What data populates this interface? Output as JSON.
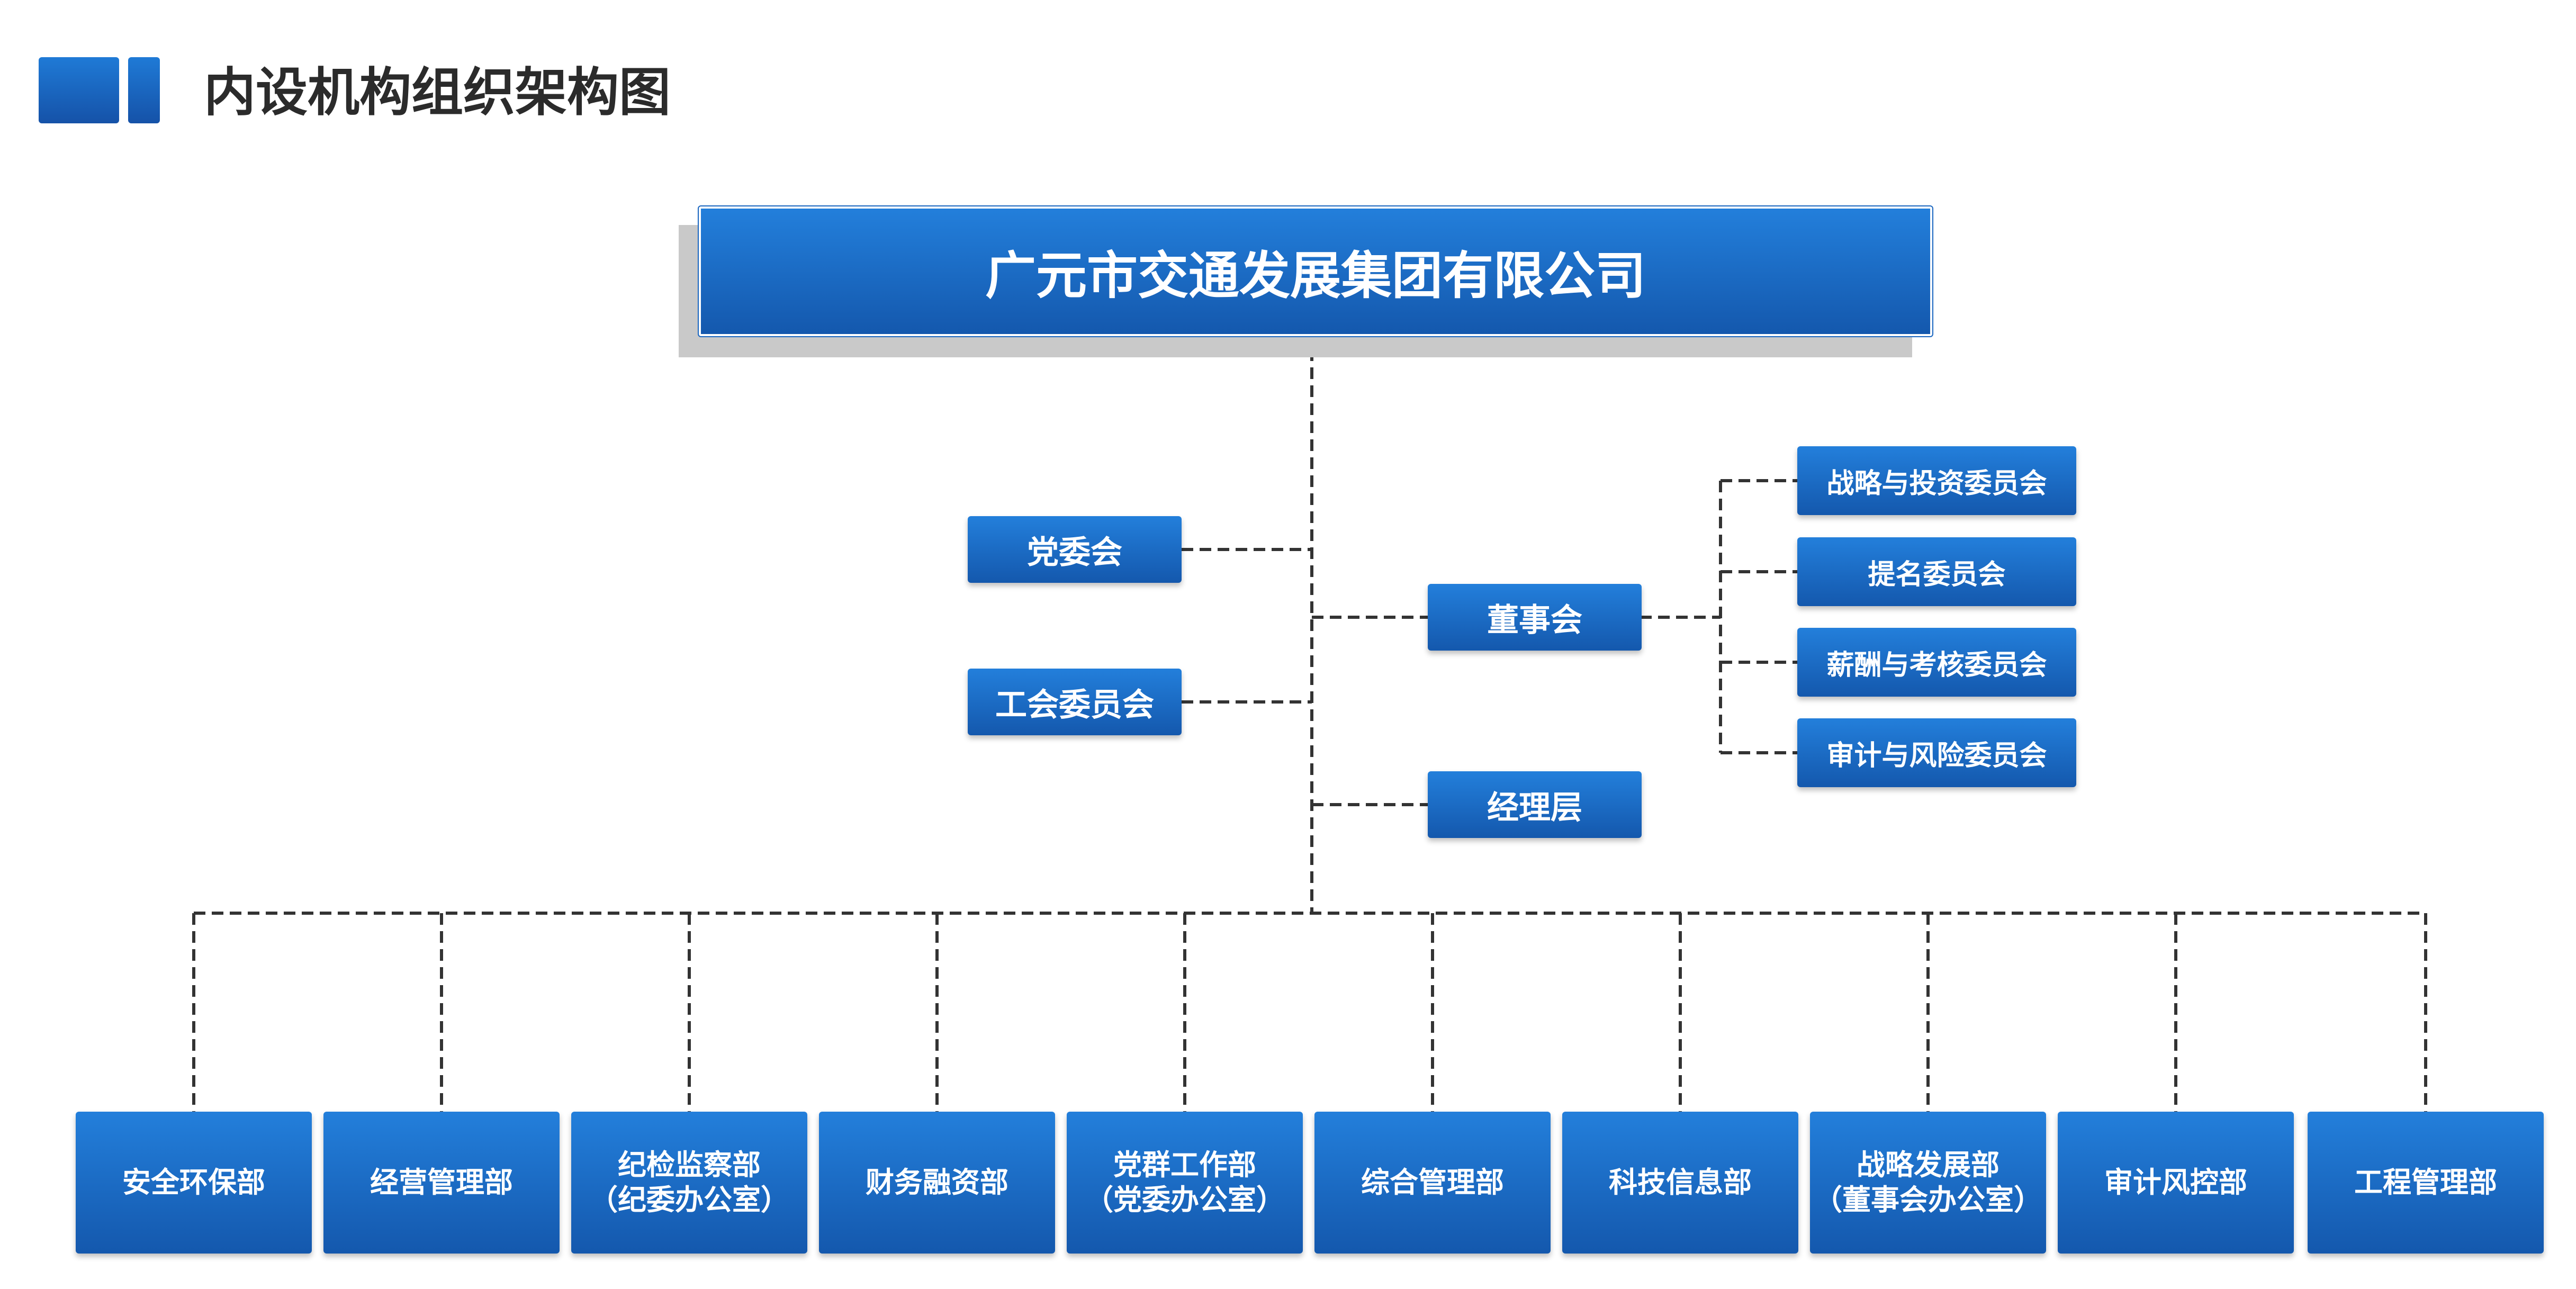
{
  "header": {
    "title": "内设机构组织架构图"
  },
  "org": {
    "root": "广元市交通发展集团有限公司",
    "left_units": [
      "党委会",
      "工会委员会"
    ],
    "board": "董事会",
    "management": "经理层",
    "committees": [
      "战略与投资委员会",
      "提名委员会",
      "薪酬与考核委员会",
      "审计与风险委员会"
    ],
    "departments": [
      {
        "name": "安全环保部",
        "sub": ""
      },
      {
        "name": "经营管理部",
        "sub": ""
      },
      {
        "name": "纪检监察部",
        "sub": "（纪委办公室）"
      },
      {
        "name": "财务融资部",
        "sub": ""
      },
      {
        "name": "党群工作部",
        "sub": "（党委办公室）"
      },
      {
        "name": "综合管理部",
        "sub": ""
      },
      {
        "name": "科技信息部",
        "sub": ""
      },
      {
        "name": "战略发展部",
        "sub": "（董事会办公室）"
      },
      {
        "name": "审计风控部",
        "sub": ""
      },
      {
        "name": "工程管理部",
        "sub": ""
      }
    ]
  },
  "colors": {
    "box_top": "#237fdb",
    "box_bottom": "#1458ad",
    "line": "#333333",
    "title": "#2b2b2b"
  }
}
